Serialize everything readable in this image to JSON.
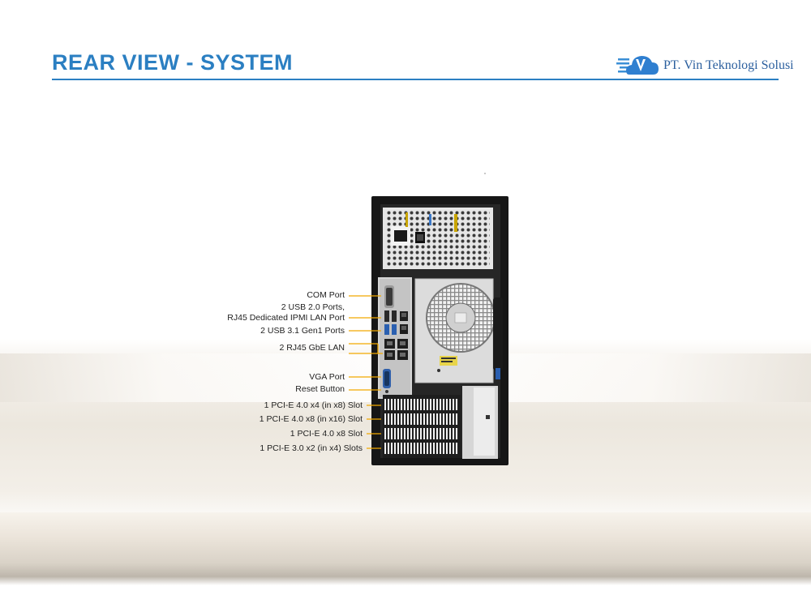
{
  "header": {
    "title": "REAR VIEW - SYSTEM",
    "accent_color": "#2b7fc2",
    "logo": {
      "icon": "cloud-v-logo-icon",
      "text": "PT. Vin Teknologi Solusi"
    }
  },
  "diagram": {
    "subject": "tower-server-rear-panel",
    "callout_color": "#f2a900",
    "callouts": [
      {
        "label": "COM Port"
      },
      {
        "label": "2 USB 2.0 Ports,"
      },
      {
        "label": "RJ45 Dedicated IPMI LAN Port"
      },
      {
        "label": "2 USB 3.1 Gen1 Ports"
      },
      {
        "label": "2 RJ45 GbE LAN"
      },
      {
        "label": "VGA Port"
      },
      {
        "label": "Reset Button"
      },
      {
        "label": "1 PCI-E 4.0 x4 (in x8) Slot"
      },
      {
        "label": "1 PCI-E 4.0 x8 (in x16) Slot"
      },
      {
        "label": "1 PCI-E 4.0 x8 Slot"
      },
      {
        "label": "1 PCI-E 3.0 x2 (in x4) Slots"
      }
    ]
  }
}
